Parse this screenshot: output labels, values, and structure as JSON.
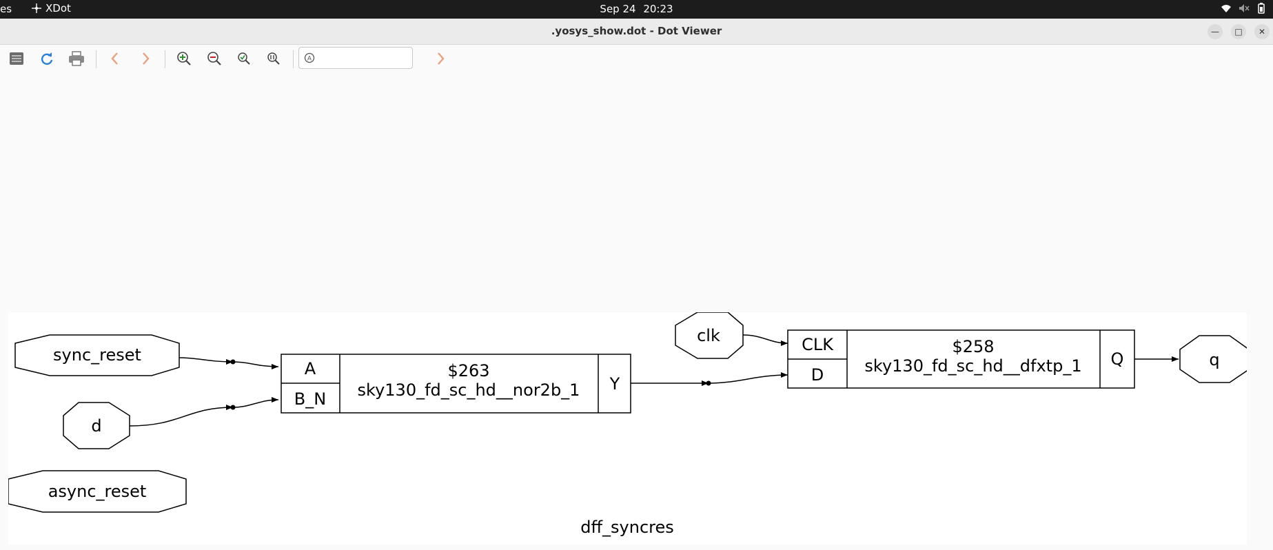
{
  "topbar": {
    "activities_fragment": "es",
    "app_name": "XDot",
    "date": "Sep 24",
    "time": "20:23"
  },
  "window": {
    "title": ".yosys_show.dot - Dot Viewer"
  },
  "toolbar": {
    "search_value": "",
    "search_placeholder": ""
  },
  "graph": {
    "title": "dff_syncres",
    "inputs": [
      "sync_reset",
      "d",
      "async_reset",
      "clk"
    ],
    "outputs": [
      "q"
    ],
    "cells": [
      {
        "id": "$263",
        "type": "sky130_fd_sc_hd__nor2b_1",
        "in_ports": [
          "A",
          "B_N"
        ],
        "out_ports": [
          "Y"
        ]
      },
      {
        "id": "$258",
        "type": "sky130_fd_sc_hd__dfxtp_1",
        "in_ports": [
          "CLK",
          "D"
        ],
        "out_ports": [
          "Q"
        ]
      }
    ],
    "edges": [
      {
        "from": "sync_reset",
        "to": "$263.A"
      },
      {
        "from": "d",
        "to": "$263.B_N"
      },
      {
        "from": "$263.Y",
        "to": "$258.D"
      },
      {
        "from": "clk",
        "to": "$258.CLK"
      },
      {
        "from": "$258.Q",
        "to": "q"
      }
    ]
  },
  "colors": {
    "topbar_bg": "#1c1c1c",
    "nav_arrow": "#e8a080",
    "reload": "#2a7fd4",
    "zoom_in": "#2e8b2e",
    "zoom_out": "#c02020"
  }
}
